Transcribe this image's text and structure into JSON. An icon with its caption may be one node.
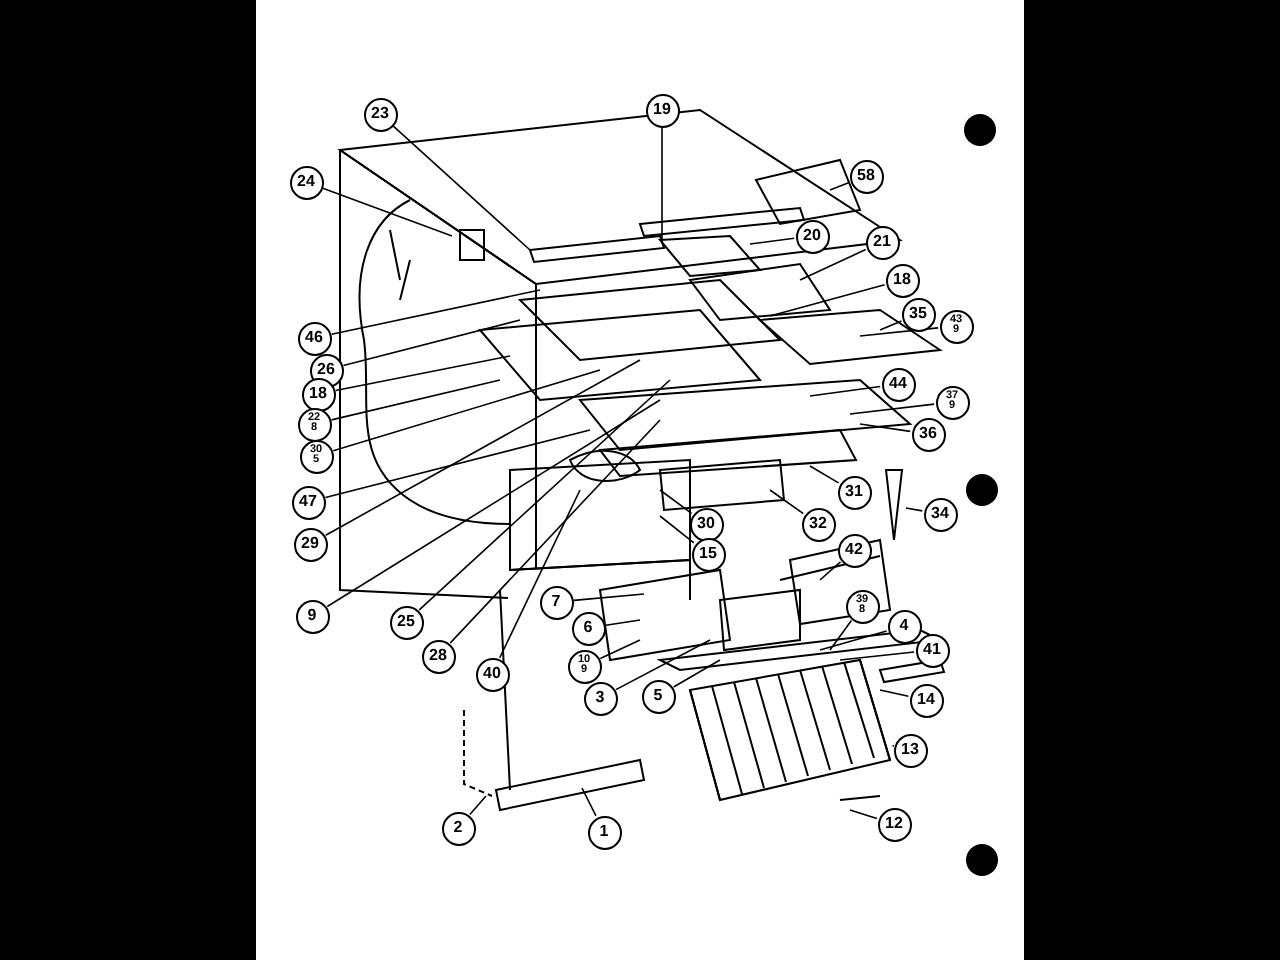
{
  "diagram": {
    "nodes": [
      {
        "text": [
          "23"
        ]
      },
      {
        "text": [
          "19"
        ]
      },
      {
        "text": [
          "58"
        ]
      },
      {
        "text": [
          "24"
        ]
      },
      {
        "text": [
          "20"
        ]
      },
      {
        "text": [
          "21"
        ]
      },
      {
        "text": [
          "46"
        ]
      },
      {
        "text": [
          "18"
        ]
      },
      {
        "text": [
          "26"
        ]
      },
      {
        "text": [
          "35"
        ]
      },
      {
        "text": [
          "43 9"
        ]
      },
      {
        "text": [
          "18"
        ]
      },
      {
        "text": [
          "22 8"
        ]
      },
      {
        "text": [
          "44"
        ]
      },
      {
        "text": [
          "30 5"
        ]
      },
      {
        "text": [
          "37 9"
        ]
      },
      {
        "text": [
          "36"
        ]
      },
      {
        "text": [
          "47"
        ]
      },
      {
        "text": [
          "31"
        ]
      },
      {
        "text": [
          "29"
        ]
      },
      {
        "text": [
          "32"
        ]
      },
      {
        "text": [
          "30"
        ]
      },
      {
        "text": [
          "34"
        ]
      },
      {
        "text": [
          "15"
        ]
      },
      {
        "text": [
          "42"
        ]
      },
      {
        "text": [
          "9"
        ]
      },
      {
        "text": [
          "25"
        ]
      },
      {
        "text": [
          "7"
        ]
      },
      {
        "text": [
          "28"
        ]
      },
      {
        "text": [
          "39 8"
        ]
      },
      {
        "text": [
          "6"
        ]
      },
      {
        "text": [
          "4"
        ]
      },
      {
        "text": [
          "40"
        ]
      },
      {
        "text": [
          "10 9"
        ]
      },
      {
        "text": [
          "41"
        ]
      },
      {
        "text": [
          "3"
        ]
      },
      {
        "text": [
          "5"
        ]
      },
      {
        "text": [
          "14"
        ]
      },
      {
        "text": [
          "13"
        ]
      },
      {
        "text": [
          "2"
        ]
      },
      {
        "text": [
          "1"
        ]
      },
      {
        "text": [
          "12"
        ]
      }
    ],
    "edges": [
      {
        "from": 0,
        "to": null,
        "arrow": "none"
      },
      {
        "from": 1,
        "to": null,
        "arrow": "none"
      },
      {
        "from": 2,
        "to": null,
        "arrow": "none"
      },
      {
        "from": 3,
        "to": null,
        "arrow": "none"
      },
      {
        "from": 4,
        "to": null,
        "arrow": "none"
      },
      {
        "from": 5,
        "to": null,
        "arrow": "none"
      },
      {
        "from": 6,
        "to": null,
        "arrow": "none"
      },
      {
        "from": 7,
        "to": null,
        "arrow": "none"
      },
      {
        "from": 8,
        "to": null,
        "arrow": "none"
      },
      {
        "from": 9,
        "to": null,
        "arrow": "none"
      },
      {
        "from": 10,
        "to": null,
        "arrow": "none"
      },
      {
        "from": 11,
        "to": null,
        "arrow": "none"
      },
      {
        "from": 12,
        "to": null,
        "arrow": "none"
      },
      {
        "from": 13,
        "to": null,
        "arrow": "none"
      },
      {
        "from": 14,
        "to": null,
        "arrow": "none"
      },
      {
        "from": 15,
        "to": null,
        "arrow": "none"
      },
      {
        "from": 16,
        "to": null,
        "arrow": "none"
      },
      {
        "from": 17,
        "to": null,
        "arrow": "none"
      },
      {
        "from": 18,
        "to": null,
        "arrow": "none"
      },
      {
        "from": 19,
        "to": null,
        "arrow": "none"
      },
      {
        "from": 20,
        "to": null,
        "arrow": "none"
      },
      {
        "from": 21,
        "to": null,
        "arrow": "none"
      },
      {
        "from": 22,
        "to": null,
        "arrow": "none"
      },
      {
        "from": 23,
        "to": null,
        "arrow": "none"
      },
      {
        "from": 24,
        "to": null,
        "arrow": "none"
      },
      {
        "from": 25,
        "to": null,
        "arrow": "none"
      },
      {
        "from": 26,
        "to": null,
        "arrow": "none"
      },
      {
        "from": 27,
        "to": null,
        "arrow": "none"
      },
      {
        "from": 28,
        "to": null,
        "arrow": "none"
      },
      {
        "from": 29,
        "to": null,
        "arrow": "none"
      },
      {
        "from": 30,
        "to": null,
        "arrow": "none"
      },
      {
        "from": 31,
        "to": null,
        "arrow": "none"
      },
      {
        "from": 32,
        "to": null,
        "arrow": "none"
      },
      {
        "from": 33,
        "to": null,
        "arrow": "none"
      },
      {
        "from": 34,
        "to": null,
        "arrow": "none"
      },
      {
        "from": 35,
        "to": null,
        "arrow": "none"
      },
      {
        "from": 36,
        "to": null,
        "arrow": "none"
      },
      {
        "from": 37,
        "to": null,
        "arrow": "none"
      },
      {
        "from": 38,
        "to": null,
        "arrow": "none"
      },
      {
        "from": 39,
        "to": null,
        "arrow": "none"
      },
      {
        "from": 40,
        "to": null,
        "arrow": "none"
      },
      {
        "from": 41,
        "to": null,
        "arrow": "none"
      }
    ]
  }
}
